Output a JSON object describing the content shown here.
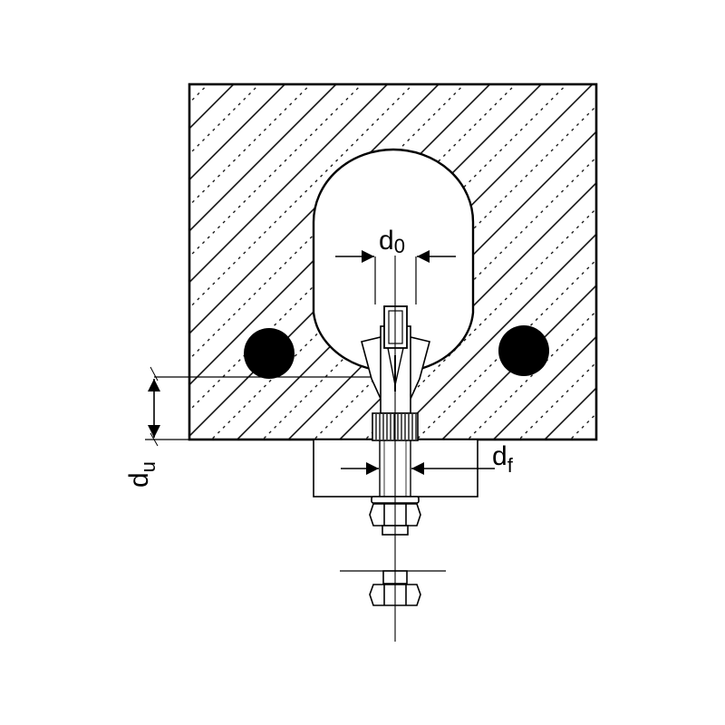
{
  "labels": {
    "d0_main": "d",
    "d0_sub": "0",
    "df_main": "d",
    "df_sub": "f",
    "du_main": "d",
    "du_sub": "u"
  },
  "colors": {
    "stroke": "#000000",
    "background": "#ffffff",
    "rebar": "#000000"
  }
}
